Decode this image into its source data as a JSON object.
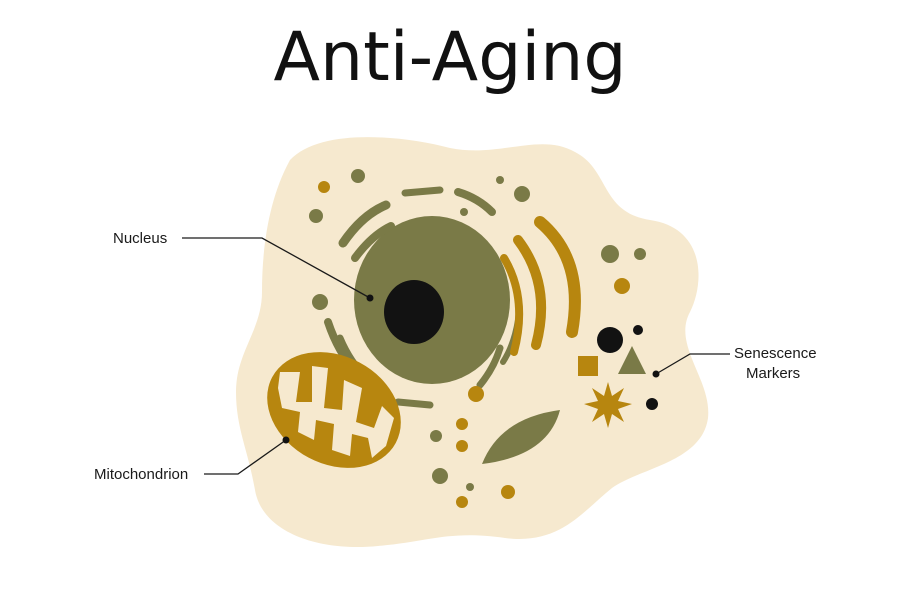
{
  "title": "Anti-Aging",
  "labels": {
    "nucleus": "Nucleus",
    "mitochondrion": "Mitochondrion",
    "senescence_line1": "Senescence",
    "senescence_line2": "Markers"
  },
  "colors": {
    "cytoplasm": "#f6e9cf",
    "olive": "#7a7a47",
    "ochre": "#b7860f",
    "dark": "#121212",
    "text": "#1a1a1a"
  }
}
